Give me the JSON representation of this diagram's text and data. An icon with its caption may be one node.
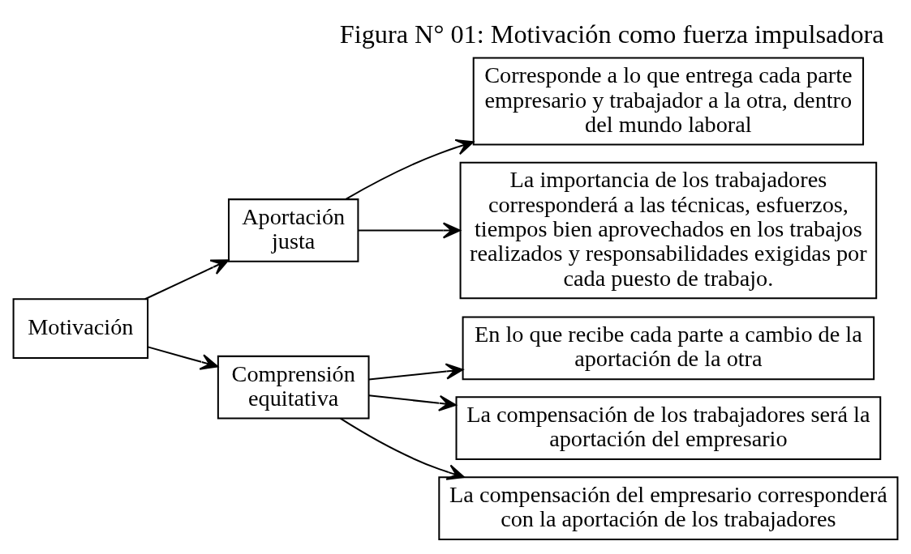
{
  "diagram": {
    "title": "Figura N° 01: Motivación como fuerza impulsadora",
    "nodes": [
      {
        "text": [
          "Motivación"
        ]
      },
      {
        "text": [
          "Aportación justa"
        ]
      },
      {
        "text": [
          "Comprensión equitativa"
        ]
      },
      {
        "text": [
          "Corresponde a lo que entrega cada parte empresario y trabajador a la otra, dentro del mundo laboral"
        ]
      },
      {
        "text": [
          "La importancia de los trabajadores corresponderá a las técnicas, esfuerzos, tiempos bien aprovechados en los trabajos realizados y responsabilidades exigidas por cada puesto de trabajo."
        ]
      },
      {
        "text": [
          "En lo que recibe cada parte a cambio de la aportación de la otra"
        ]
      },
      {
        "text": [
          "La compensación de los trabajadores será la aportación del empresario"
        ]
      },
      {
        "text": [
          "La compensación del empresario corresponderá con la aportación de los trabajadores"
        ]
      }
    ],
    "edges": [
      {
        "from": 0,
        "to": 1,
        "arrow": "to"
      },
      {
        "from": 0,
        "to": 2,
        "arrow": "to"
      },
      {
        "from": 1,
        "to": 3,
        "arrow": "to"
      },
      {
        "from": 1,
        "to": 4,
        "arrow": "to"
      },
      {
        "from": 2,
        "to": 5,
        "arrow": "to"
      },
      {
        "from": 2,
        "to": 6,
        "arrow": "to"
      },
      {
        "from": 2,
        "to": 7,
        "arrow": "to"
      }
    ]
  }
}
